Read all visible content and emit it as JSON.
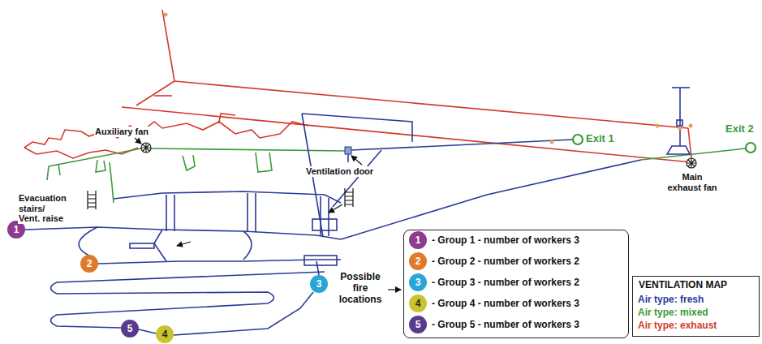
{
  "diagram": {
    "nodes": [
      {
        "text": [
          "1"
        ]
      },
      {
        "text": [
          "2"
        ]
      },
      {
        "text": [
          "3"
        ]
      },
      {
        "text": [
          "5"
        ]
      },
      {
        "text": [
          "4"
        ]
      },
      {
        "text": [
          "1",
          "- Group 1 - number of workers 3"
        ]
      },
      {
        "text": [
          "2",
          "- Group 2 - number of workers 2"
        ]
      },
      {
        "text": [
          "3",
          "- Group 3 - number of workers 2"
        ]
      },
      {
        "text": [
          "4",
          "- Group 4 - number of workers 3"
        ]
      },
      {
        "text": [
          "5",
          "- Group 5 - number of workers 3"
        ]
      }
    ],
    "labels": [
      "Auxiliary fan",
      "Ventilation door",
      "Exit 1",
      "Exit 2",
      "Main exhaust fan",
      "Evacuation stairs/ Vent. raise",
      "Possible fire locations",
      "VENTILATION MAP"
    ],
    "legend": [
      {
        "text": "Air type: fresh",
        "color": "#2b3a97"
      },
      {
        "text": "Air type: mixed",
        "color": "#3a9a3a"
      },
      {
        "text": "Air type: exhaust",
        "color": "#d23a2a"
      }
    ]
  }
}
